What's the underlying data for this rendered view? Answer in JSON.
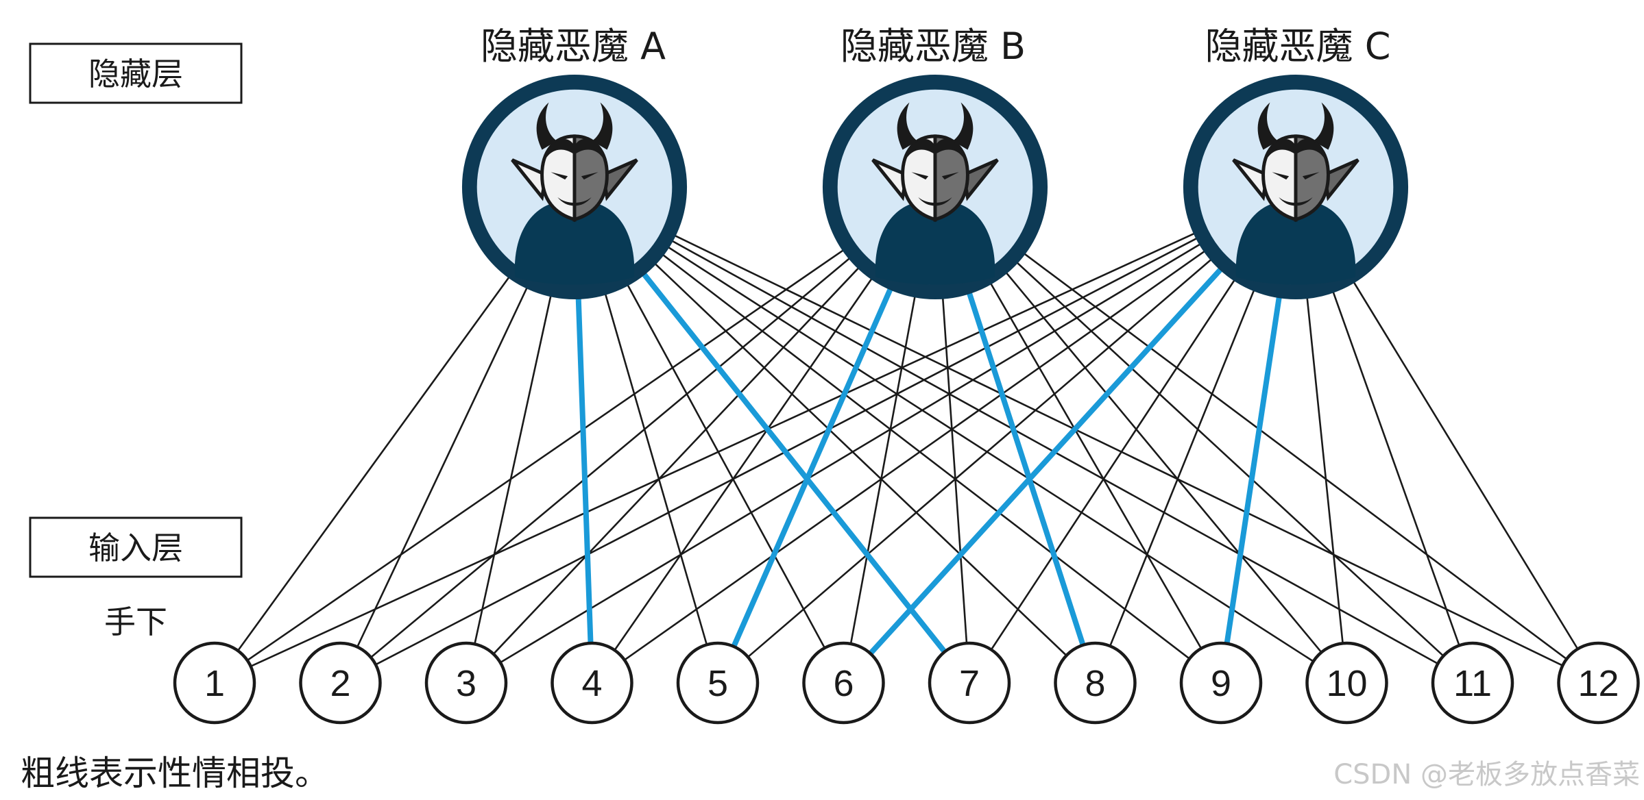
{
  "layer_labels": {
    "hidden": "隐藏层",
    "input": "输入层",
    "subordinates": "手下"
  },
  "hidden_nodes": [
    {
      "id": "A",
      "label": "隐藏恶魔 A"
    },
    {
      "id": "B",
      "label": "隐藏恶魔 B"
    },
    {
      "id": "C",
      "label": "隐藏恶魔 C"
    }
  ],
  "input_nodes": [
    "1",
    "2",
    "3",
    "4",
    "5",
    "6",
    "7",
    "8",
    "9",
    "10",
    "11",
    "12"
  ],
  "connections": "every hidden node connects to every input node",
  "thick_connections": [
    {
      "hidden": "A",
      "input": "4"
    },
    {
      "hidden": "A",
      "input": "7"
    },
    {
      "hidden": "B",
      "input": "5"
    },
    {
      "hidden": "B",
      "input": "8"
    },
    {
      "hidden": "C",
      "input": "6"
    },
    {
      "hidden": "C",
      "input": "9"
    }
  ],
  "caption": "粗线表示性情相投。",
  "watermark": "CSDN @老板多放点香菜",
  "colors": {
    "thick_line": "#1a9ad8",
    "thin_line": "#1a1a1a",
    "devil_ring": "#0d3a55",
    "devil_background": "#d6e8f6",
    "devil_body": "#083a55"
  },
  "icons": {
    "hidden_node": "devil-icon"
  }
}
